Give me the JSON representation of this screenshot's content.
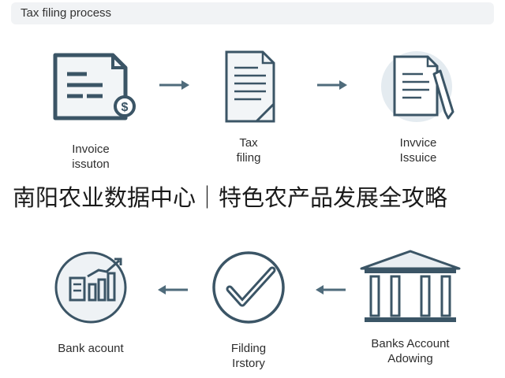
{
  "title": "Tax filing process",
  "nodes": [
    {
      "id": "invoice-issuton",
      "lines": [
        "Invoice",
        "issuton"
      ],
      "icon": "invoice-document-icon"
    },
    {
      "id": "tax-filing",
      "lines": [
        "Tax",
        "filing"
      ],
      "icon": "tax-document-icon"
    },
    {
      "id": "invvice-issuice",
      "lines": [
        "Invvice",
        "Issuice"
      ],
      "icon": "signed-document-icon"
    },
    {
      "id": "bank-acount",
      "lines": [
        "Bank acount"
      ],
      "icon": "chart-growth-icon"
    },
    {
      "id": "filding-irstory",
      "lines": [
        "Filding",
        "Irstory"
      ],
      "icon": "checkmark-circle-icon"
    },
    {
      "id": "banks-account-adowing",
      "lines": [
        "Banks Account",
        "Adowing"
      ],
      "icon": "bank-building-icon"
    }
  ],
  "banner": "南阳农业数据中心｜特色农产品发展全攻略",
  "colors": {
    "stroke": "#3b5566",
    "fill": "#e9eef2",
    "accent": "#4f6b7b"
  }
}
